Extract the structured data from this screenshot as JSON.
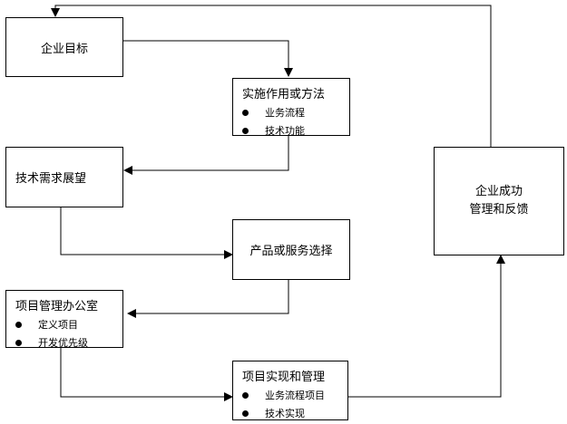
{
  "nodes": {
    "enterprise_goal": {
      "title": "企业目标"
    },
    "implementation": {
      "title": "实施作用或方法",
      "bullets": [
        "业务流程",
        "技术功能"
      ]
    },
    "tech_outlook": {
      "title": "技术需求展望"
    },
    "product_choice": {
      "title": "产品或服务选择"
    },
    "pmo": {
      "title": "项目管理办公室",
      "bullets": [
        "定义项目",
        "开发优先级"
      ]
    },
    "project_impl": {
      "title": "项目实现和管理",
      "bullets": [
        "业务流程项目",
        "技术实现"
      ]
    },
    "success": {
      "line1": "企业成功",
      "line2": "管理和反馈"
    }
  }
}
